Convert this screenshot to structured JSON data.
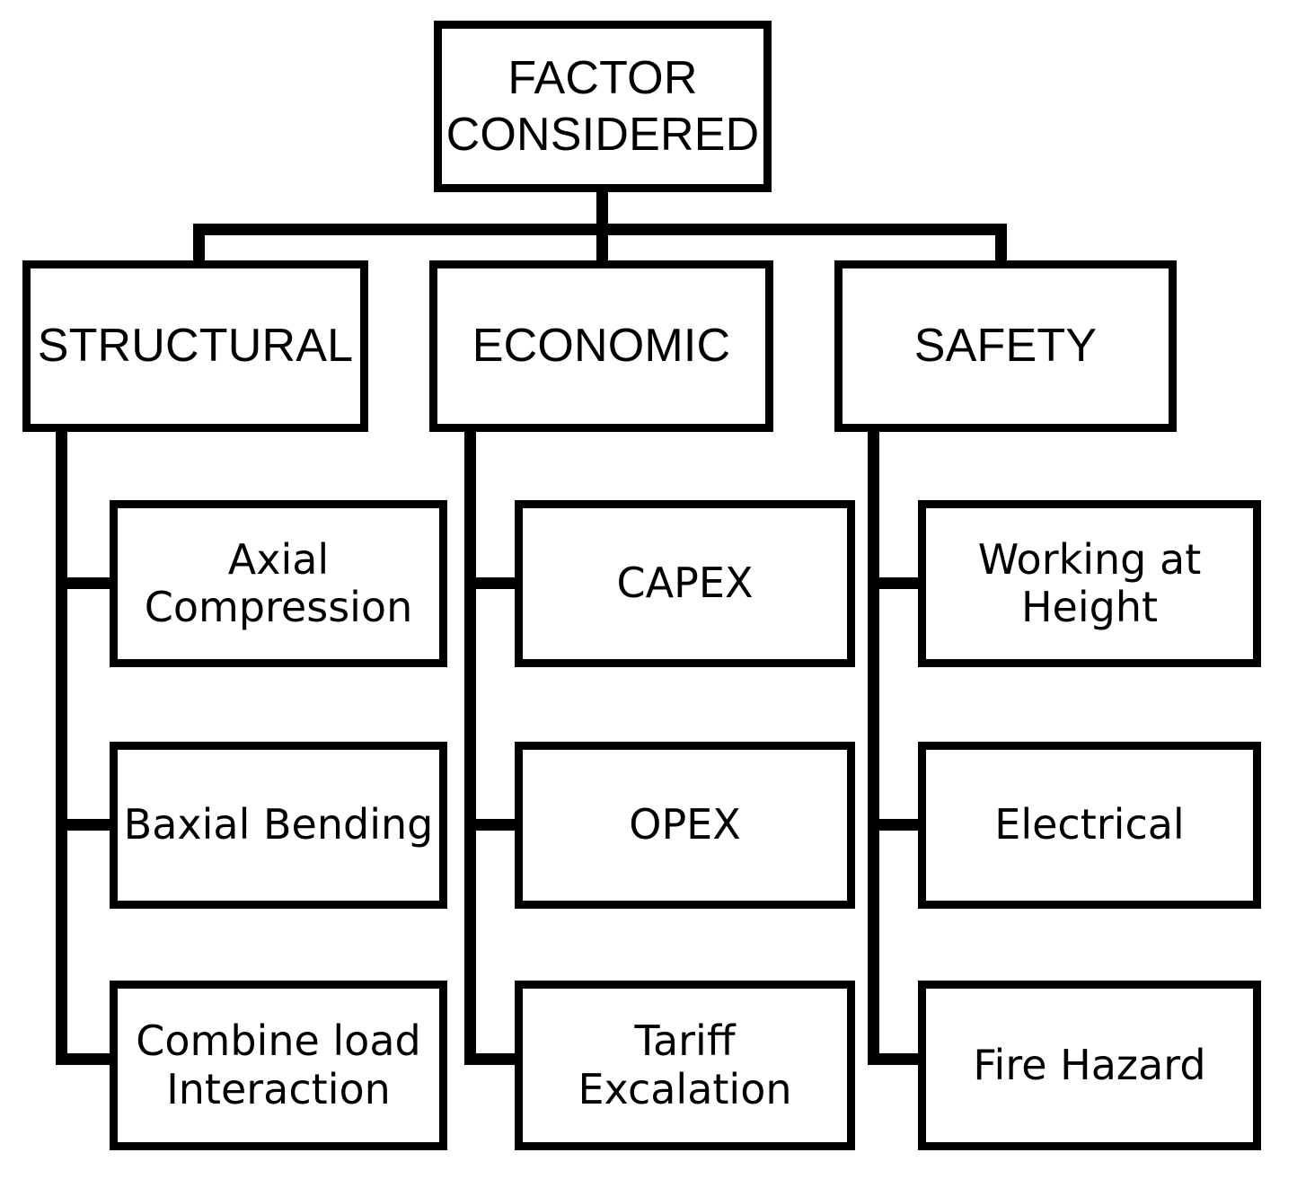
{
  "diagram": {
    "type": "hierarchy-tree",
    "orientation": "top-down",
    "background_color": "#ffffff",
    "line_color": "#000000",
    "box_fill_color": "#ffffff",
    "text_color": "#000000",
    "root": {
      "id": "factor-considered",
      "label": "FACTOR\nCONSIDERED"
    },
    "branches": [
      {
        "id": "structural",
        "label": "STRUCTURAL",
        "children": [
          {
            "id": "axial-compression",
            "label": "Axial\nCompression"
          },
          {
            "id": "baxial-bending",
            "label": "Baxial Bending"
          },
          {
            "id": "combine-load-interaction",
            "label": "Combine load\nInteraction"
          }
        ]
      },
      {
        "id": "economic",
        "label": "ECONOMIC",
        "children": [
          {
            "id": "capex",
            "label": "CAPEX"
          },
          {
            "id": "opex",
            "label": "OPEX"
          },
          {
            "id": "tariff-excalation",
            "label": "Tariff\nExcalation"
          }
        ]
      },
      {
        "id": "safety",
        "label": "SAFETY",
        "children": [
          {
            "id": "working-at-height",
            "label": "Working at\nHeight"
          },
          {
            "id": "electrical",
            "label": "Electrical"
          },
          {
            "id": "fire-hazard",
            "label": "Fire Hazard"
          }
        ]
      }
    ]
  }
}
